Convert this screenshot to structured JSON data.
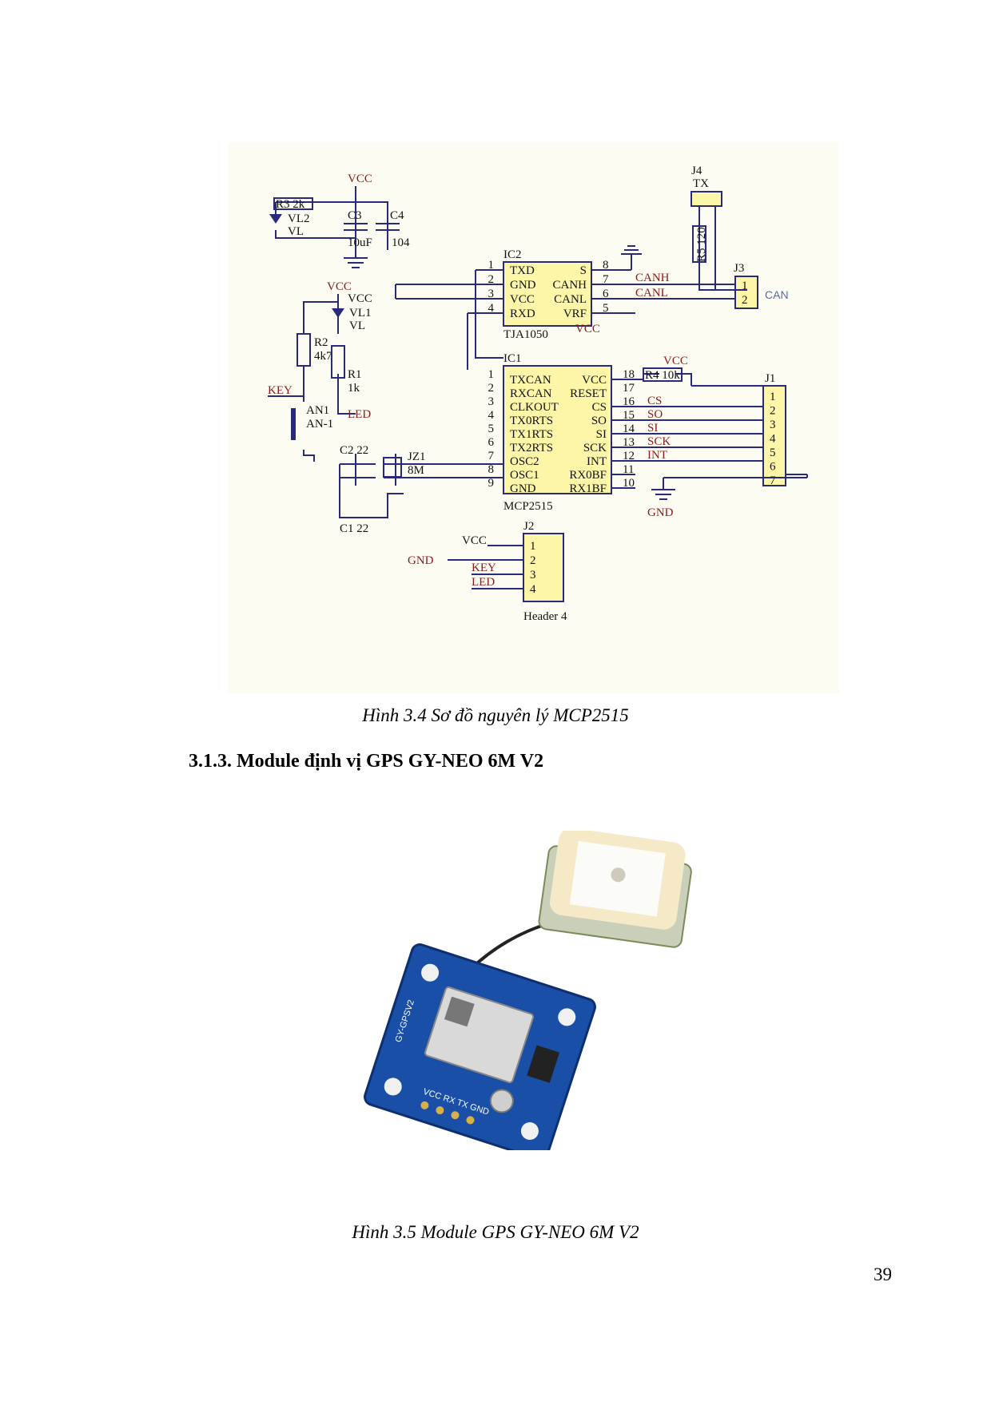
{
  "figure1": {
    "caption": "Hình 3.4 Sơ đồ nguyên lý MCP2515",
    "labels": {
      "vcc": "VCC",
      "r3": "R3 2k",
      "vl2": "VL2",
      "vl": "VL",
      "c3": "C3",
      "c3v": "10uF",
      "c4": "C4",
      "c4v": "104",
      "j4": "J4",
      "tx": "TX",
      "r5": "R5 120",
      "j3": "J3",
      "can": "CAN",
      "ic2": "IC2",
      "tja": "TJA1050",
      "ic1": "IC1",
      "mcp": "MCP2515",
      "r2": "R2",
      "r2v": "4k7",
      "r1": "R1",
      "r1v": "1k",
      "vl1": "VL1",
      "key": "KEY",
      "led": "LED",
      "an1": "AN1",
      "an1v": "AN-1",
      "c2": "C2 22",
      "c1": "C1 22",
      "jz1": "JZ1",
      "jz1v": "8M",
      "r4": "R4 10k",
      "j1": "J1",
      "gnd": "GND",
      "j2": "J2",
      "header4": "Header 4",
      "canh": "CANH",
      "canl": "CANL",
      "cs": "CS",
      "so": "SO",
      "si": "SI",
      "sck": "SCK",
      "int": "INT"
    },
    "ic2_pins": [
      {
        "n": "1",
        "l": "TXD",
        "rn": "8",
        "r": "S"
      },
      {
        "n": "2",
        "l": "GND",
        "rn": "7",
        "r": "CANH"
      },
      {
        "n": "3",
        "l": "VCC",
        "rn": "6",
        "r": "CANL"
      },
      {
        "n": "4",
        "l": "RXD",
        "rn": "5",
        "r": "VRF"
      }
    ],
    "ic1_pins": [
      {
        "n": "1",
        "l": "TXCAN",
        "rn": "18",
        "r": "VCC"
      },
      {
        "n": "2",
        "l": "RXCAN",
        "rn": "17",
        "r": "RESET"
      },
      {
        "n": "3",
        "l": "CLKOUT",
        "rn": "16",
        "r": "CS"
      },
      {
        "n": "4",
        "l": "TX0RTS",
        "rn": "15",
        "r": "SO"
      },
      {
        "n": "5",
        "l": "TX1RTS",
        "rn": "14",
        "r": "SI"
      },
      {
        "n": "6",
        "l": "TX2RTS",
        "rn": "13",
        "r": "SCK"
      },
      {
        "n": "7",
        "l": "OSC2",
        "rn": "12",
        "r": "INT"
      },
      {
        "n": "8",
        "l": "OSC1",
        "rn": "11",
        "r": "RX0BF"
      },
      {
        "n": "9",
        "l": "GND",
        "rn": "10",
        "r": "RX1BF"
      }
    ],
    "j1_pins": [
      "1",
      "2",
      "3",
      "4",
      "5",
      "6",
      "7"
    ],
    "j2_pins": [
      "1",
      "2",
      "3",
      "4"
    ],
    "j3_pins": [
      "1",
      "2"
    ]
  },
  "heading": "3.1.3. Module định vị GPS GY-NEO 6M V2",
  "figure2": {
    "caption": "Hình 3.5 Module GPS GY-NEO 6M V2",
    "board_label": "GY-GPSV2",
    "pin_labels": "VCC RX TX GND"
  },
  "page_number": "39"
}
